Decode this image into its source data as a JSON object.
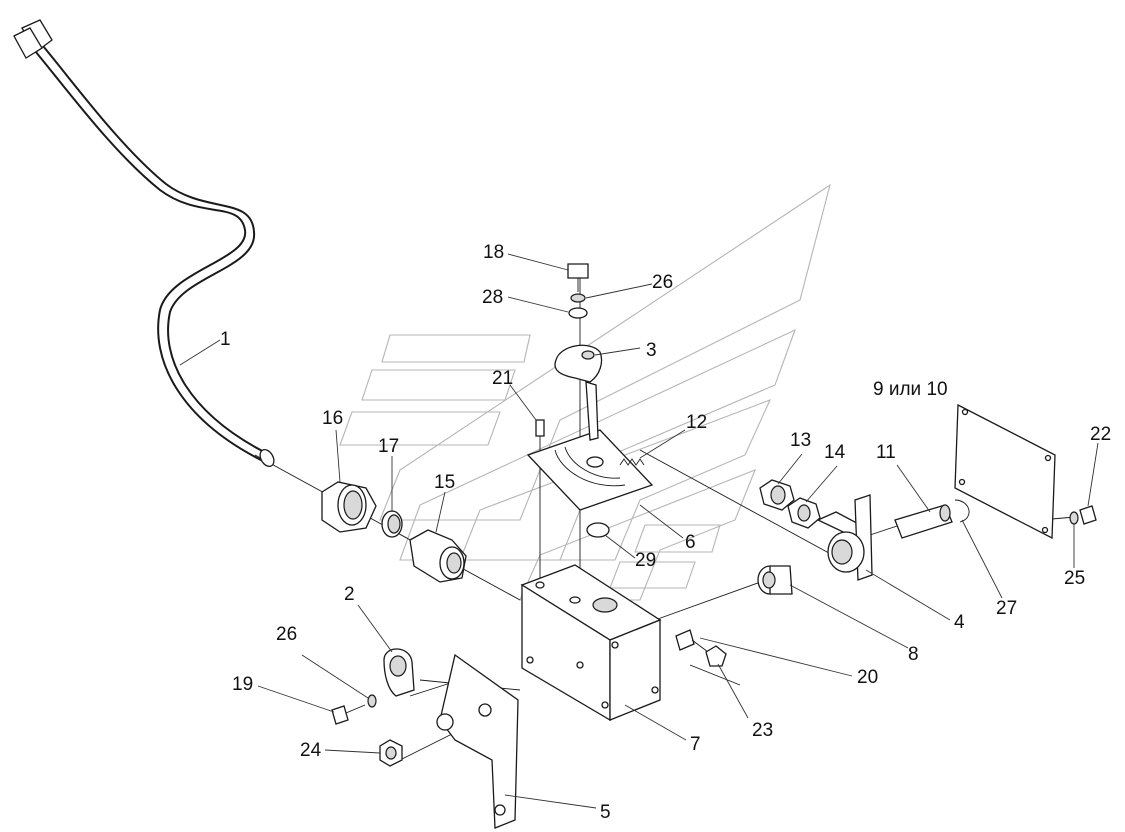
{
  "callouts": [
    {
      "id": "1",
      "label": "1"
    },
    {
      "id": "2",
      "label": "2"
    },
    {
      "id": "3",
      "label": "3"
    },
    {
      "id": "4",
      "label": "4"
    },
    {
      "id": "5",
      "label": "5"
    },
    {
      "id": "6",
      "label": "6"
    },
    {
      "id": "7",
      "label": "7"
    },
    {
      "id": "8",
      "label": "8"
    },
    {
      "id": "9-10",
      "label": "9 или 10"
    },
    {
      "id": "11",
      "label": "11"
    },
    {
      "id": "12",
      "label": "12"
    },
    {
      "id": "13",
      "label": "13"
    },
    {
      "id": "14",
      "label": "14"
    },
    {
      "id": "15",
      "label": "15"
    },
    {
      "id": "16",
      "label": "16"
    },
    {
      "id": "17",
      "label": "17"
    },
    {
      "id": "18",
      "label": "18"
    },
    {
      "id": "19",
      "label": "19"
    },
    {
      "id": "20",
      "label": "20"
    },
    {
      "id": "21",
      "label": "21"
    },
    {
      "id": "22",
      "label": "22"
    },
    {
      "id": "23",
      "label": "23"
    },
    {
      "id": "24",
      "label": "24"
    },
    {
      "id": "25",
      "label": "25"
    },
    {
      "id": "26a",
      "label": "26"
    },
    {
      "id": "26b",
      "label": "26"
    },
    {
      "id": "27",
      "label": "27"
    },
    {
      "id": "28",
      "label": "28"
    },
    {
      "id": "29",
      "label": "29"
    }
  ]
}
